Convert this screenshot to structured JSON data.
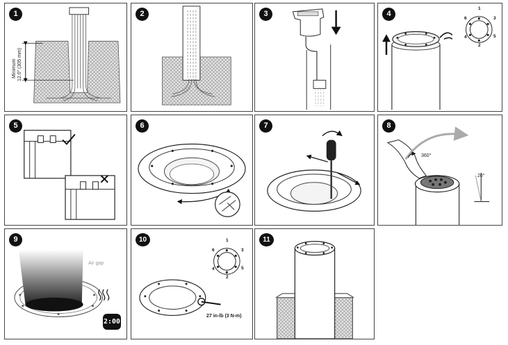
{
  "steps": [
    {
      "num": "1"
    },
    {
      "num": "2"
    },
    {
      "num": "3"
    },
    {
      "num": "4"
    },
    {
      "num": "5"
    },
    {
      "num": "6"
    },
    {
      "num": "7"
    },
    {
      "num": "8"
    },
    {
      "num": "9"
    },
    {
      "num": "10"
    },
    {
      "num": "11"
    }
  ],
  "step1": {
    "minimum_label": "Minimum",
    "depth_label": "12.0\" (305 mm)"
  },
  "step4": {
    "bolt_order": [
      "1",
      "2",
      "3",
      "4",
      "5",
      "6"
    ]
  },
  "step8": {
    "rotation_label": "360°",
    "tilt_label": "20°"
  },
  "step9": {
    "air_gap_label": "Air gap",
    "timer_display": "2:00"
  },
  "step10": {
    "bolt_order": [
      "1",
      "2",
      "3",
      "4",
      "5",
      "6"
    ],
    "torque_label": "27 in-lb (3 N-m)"
  },
  "colors": {
    "ink": "#111111",
    "hatch": "#bdbdbd",
    "accent_gray": "#9a9a9a"
  },
  "icons": [
    "checkmark-icon",
    "cross-icon",
    "down-arrow-icon",
    "up-arrow-icon",
    "rotate-arrow-icon",
    "heat-waves-icon",
    "timer-icon"
  ]
}
